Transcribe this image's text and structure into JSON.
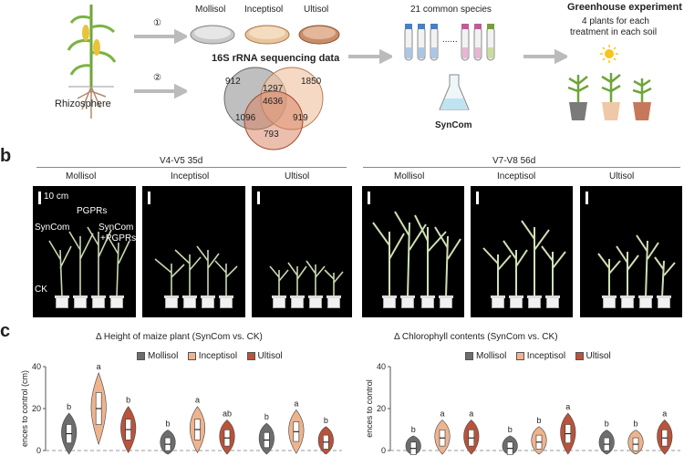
{
  "panel_a": {
    "soils": [
      "Mollisol",
      "Inceptisol",
      "Ultisol"
    ],
    "step1": "①",
    "step2": "②",
    "rhizosphere": "Rhizosphere",
    "seq_title": "16S rRNA sequencing data",
    "venn": [
      "912",
      "1297",
      "1850",
      "4636",
      "1096",
      "919",
      "793"
    ],
    "species": "21 common species",
    "syncom": "SynCom",
    "greenhouse_title": "Greenhouse experiment",
    "greenhouse_sub1": "4 plants for each",
    "greenhouse_sub2": "treatment in each soil",
    "dots": "......"
  },
  "panel_b": {
    "letter": "b",
    "stage1": "V4-V5 35d",
    "stage2": "V7-V8 56d",
    "soils": [
      "Mollisol",
      "Inceptisol",
      "Ultisol",
      "Mollisol",
      "Inceptisol",
      "Ultisol"
    ],
    "scale": "10 cm",
    "labels": {
      "pgprs": "PGPRs",
      "syncom": "SynCom",
      "syncom_pgprs_1": "SynCom",
      "syncom_pgprs_2": "+PGPRs",
      "ck": "CK"
    }
  },
  "panel_c": {
    "letter": "c",
    "colors": {
      "Mollisol": "#6d6d6d",
      "Inceptisol": "#eeb48e",
      "Ultisol": "#b9533a"
    },
    "legend": [
      "Mollisol",
      "Inceptisol",
      "Ultisol"
    ]
  },
  "chart_data": [
    {
      "type": "violin",
      "title": "Δ Height of maize plant (SynCom vs. CK)",
      "ylabel": "ences to control (cm)",
      "ylim": [
        0,
        40
      ],
      "yticks": [
        0,
        20,
        40
      ],
      "series": [
        {
          "name": "Mollisol",
          "medians": [
            8,
            3,
            5
          ],
          "letters": [
            "b",
            "b",
            "b"
          ]
        },
        {
          "name": "Inceptisol",
          "medians": [
            20,
            10,
            9
          ],
          "letters": [
            "a",
            "a",
            "a"
          ]
        },
        {
          "name": "Ultisol",
          "medians": [
            10,
            6,
            4
          ],
          "letters": [
            "b",
            "ab",
            "b"
          ]
        }
      ]
    },
    {
      "type": "violin",
      "title": "Δ Chlorophyll contents (SynCom vs. CK)",
      "ylabel": "ences to control",
      "ylim": [
        0,
        40
      ],
      "yticks": [
        0,
        20,
        40
      ],
      "series": [
        {
          "name": "Mollisol",
          "medians": [
            1,
            1,
            3
          ],
          "letters": [
            "b",
            "b",
            "b"
          ]
        },
        {
          "name": "Inceptisol",
          "medians": [
            6,
            4,
            3
          ],
          "letters": [
            "a",
            "b",
            "b"
          ]
        },
        {
          "name": "Ultisol",
          "medians": [
            6,
            8,
            6
          ],
          "letters": [
            "a",
            "a",
            "a"
          ]
        }
      ]
    }
  ]
}
